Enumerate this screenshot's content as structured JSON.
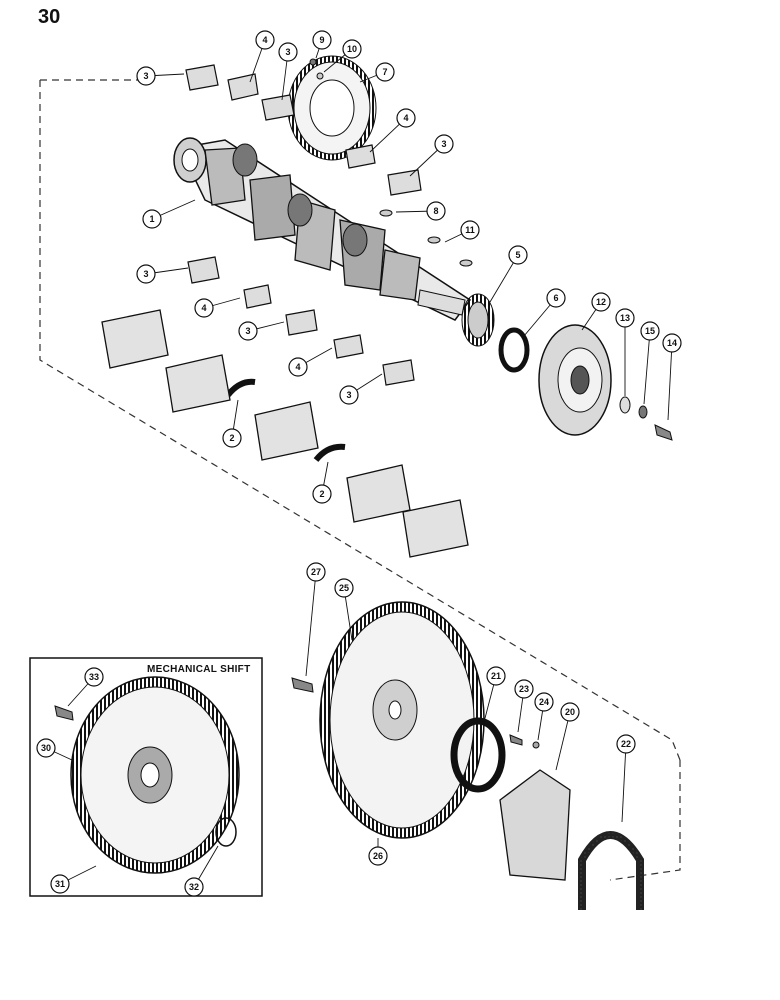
{
  "page_number": "30",
  "inset": {
    "title": "MECHANICAL SHIFT"
  },
  "callouts": [
    {
      "id": "c1",
      "label": "1"
    },
    {
      "id": "c2a",
      "label": "2"
    },
    {
      "id": "c2b",
      "label": "2"
    },
    {
      "id": "c3a",
      "label": "3"
    },
    {
      "id": "c3b",
      "label": "3"
    },
    {
      "id": "c3c",
      "label": "3"
    },
    {
      "id": "c3d",
      "label": "3"
    },
    {
      "id": "c3e",
      "label": "3"
    },
    {
      "id": "c3f",
      "label": "3"
    },
    {
      "id": "c4a",
      "label": "4"
    },
    {
      "id": "c4b",
      "label": "4"
    },
    {
      "id": "c4c",
      "label": "4"
    },
    {
      "id": "c4d",
      "label": "4"
    },
    {
      "id": "c5",
      "label": "5"
    },
    {
      "id": "c6",
      "label": "6"
    },
    {
      "id": "c7",
      "label": "7"
    },
    {
      "id": "c8",
      "label": "8"
    },
    {
      "id": "c9",
      "label": "9"
    },
    {
      "id": "c10",
      "label": "10"
    },
    {
      "id": "c11",
      "label": "11"
    },
    {
      "id": "c12",
      "label": "12"
    },
    {
      "id": "c13",
      "label": "13"
    },
    {
      "id": "c14",
      "label": "14"
    },
    {
      "id": "c15",
      "label": "15"
    },
    {
      "id": "c20",
      "label": "20"
    },
    {
      "id": "c21",
      "label": "21"
    },
    {
      "id": "c22",
      "label": "22"
    },
    {
      "id": "c23",
      "label": "23"
    },
    {
      "id": "c24",
      "label": "24"
    },
    {
      "id": "c25",
      "label": "25"
    },
    {
      "id": "c26",
      "label": "26"
    },
    {
      "id": "c27",
      "label": "27"
    },
    {
      "id": "c30",
      "label": "30"
    },
    {
      "id": "c31",
      "label": "31"
    },
    {
      "id": "c32",
      "label": "32"
    },
    {
      "id": "c33",
      "label": "33"
    }
  ]
}
